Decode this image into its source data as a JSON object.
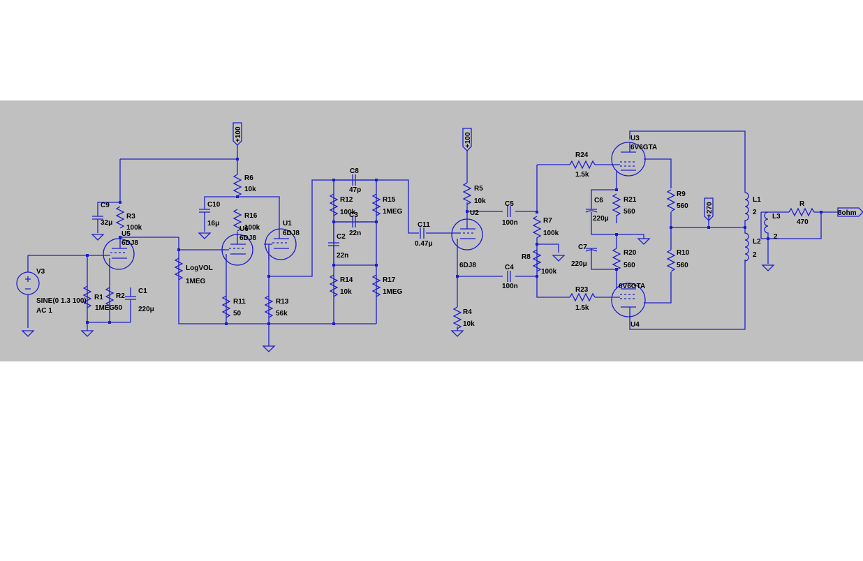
{
  "labels": {
    "v3": "V3",
    "v3_src1": "SINE(0 1.3 100)",
    "v3_src2": "AC 1",
    "r1": "R1",
    "r1_val": "1MEG",
    "r2": "R2",
    "r2_val": "50",
    "c1": "C1",
    "c1_val": "220μ",
    "c9": "C9",
    "c9_val": "32μ",
    "r3": "R3",
    "r3_val": "100k",
    "u5": "U5",
    "u5_val": "6DJ8",
    "logvol": "LogVOL",
    "logvol_val": "1MEG",
    "r6": "R6",
    "r6_val": "10k",
    "c10": "C10",
    "c10_val": "16μ",
    "r16": "R16",
    "r16_val": "100k",
    "u6": "U6",
    "u6_val": "6DJ8",
    "u1": "U1",
    "u1_val": "6DJ8",
    "r11": "R11",
    "r11_val": "50",
    "r13": "R13",
    "r13_val": "56k",
    "c8": "C8",
    "c8_val": "47p",
    "r12": "R12",
    "r12_val": "100k",
    "c3": "C3",
    "c3_val": "22n",
    "r15": "R15",
    "r15_val": "1MEG",
    "c2": "C2",
    "c2_val": "22n",
    "r14": "R14",
    "r14_val": "10k",
    "r17": "R17",
    "r17_val": "1MEG",
    "c11": "C11",
    "c11_val": "0.47μ",
    "r5": "R5",
    "r5_val": "10k",
    "u2": "U2",
    "u2_val": "6DJ8",
    "r4": "R4",
    "r4_val": "10k",
    "c5": "C5",
    "c5_val": "100n",
    "c4": "C4",
    "c4_val": "100n",
    "r7": "R7",
    "r7_val": "100k",
    "r8": "R8",
    "r8_val": "100k",
    "r24": "R24",
    "r24_val": "1.5k",
    "r23": "R23",
    "r23_val": "1.5k",
    "u3": "U3",
    "u3_val": "6V6GTA",
    "u4": "U4",
    "u4_val": "6V6GTA",
    "c6": "C6",
    "c6_val": "220μ",
    "c7": "C7",
    "c7_val": "220μ",
    "r21": "R21",
    "r21_val": "560",
    "r20": "R20",
    "r20_val": "560",
    "r9": "R9",
    "r9_val": "560",
    "r10": "R10",
    "r10_val": "560",
    "l1": "L1",
    "l1_val": "2",
    "l2": "L2",
    "l2_val": "2",
    "l3": "L3",
    "l3_val": "2",
    "r": "R",
    "r_val": "470",
    "out": "8ohm",
    "supply_a": "+100",
    "supply_b": "+100",
    "supply_c": "+270"
  },
  "colors": {
    "wire": "#1c1ccf",
    "canvas": "#c0c0c0",
    "page": "#ffffff"
  }
}
